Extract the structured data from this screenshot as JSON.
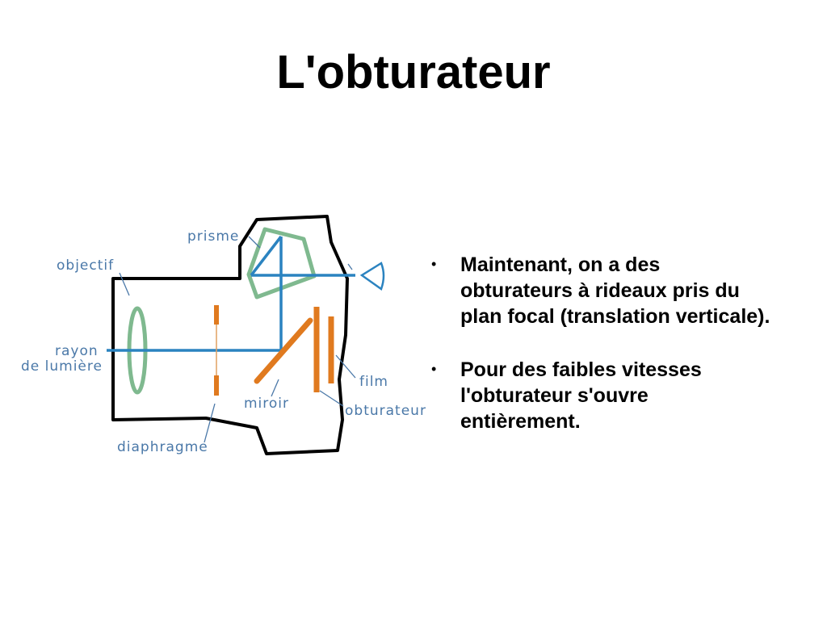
{
  "slide": {
    "title": "L'obturateur"
  },
  "diagram": {
    "labels": {
      "prisme": "prisme",
      "objectif": "objectif",
      "rayon": "rayon",
      "de_lumiere": "de lumière",
      "miroir": "miroir",
      "diaphragme": "diaphragme",
      "film": "film",
      "obturateur": "obturateur"
    },
    "colors": {
      "body": "#000000",
      "optics": "#7fb98f",
      "light_ray": "#2b83c0",
      "mechanism": "#e07a1f",
      "label": "#4a78a8"
    }
  },
  "bullets": [
    {
      "marker": "•",
      "text": "Maintenant, on a des obturateurs à rideaux pris du plan focal (translation verticale)."
    },
    {
      "marker": "•",
      "text": "Pour des faibles vitesses l'obturateur s'ouvre entièrement."
    }
  ]
}
